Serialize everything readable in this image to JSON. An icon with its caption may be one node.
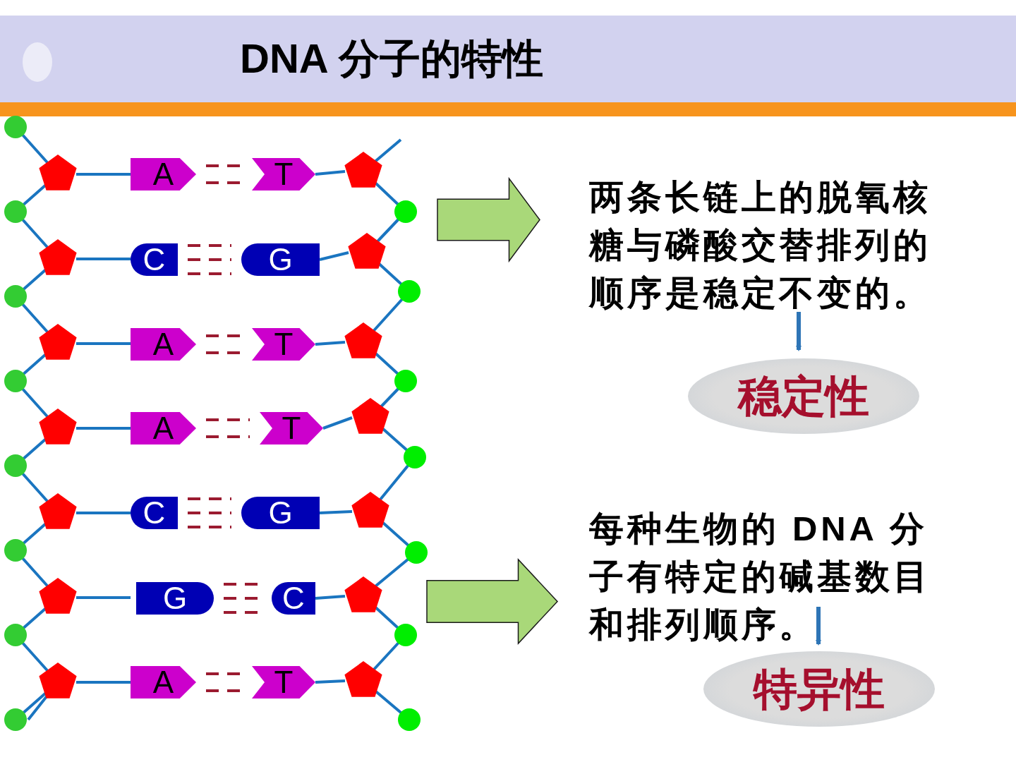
{
  "diagram": {
    "title": "DNA 分子的特性",
    "nodes": [
      {
        "text": [],
        "shape": "picture"
      },
      {
        "text": [
          "A"
        ],
        "in": 0
      },
      {
        "text": [
          "T"
        ],
        "in": 0
      },
      {
        "text": [
          "C"
        ],
        "in": 0
      },
      {
        "text": [
          "G"
        ],
        "in": 0
      },
      {
        "text": [
          "A"
        ],
        "in": 0
      },
      {
        "text": [
          "T"
        ],
        "in": 0
      },
      {
        "text": [
          "A"
        ],
        "in": 0
      },
      {
        "text": [
          "T"
        ],
        "in": 0
      },
      {
        "text": [
          "C"
        ],
        "in": 0
      },
      {
        "text": [
          "G"
        ],
        "in": 0
      },
      {
        "text": [
          "G"
        ],
        "in": 0
      },
      {
        "text": [
          "C"
        ],
        "in": 0
      },
      {
        "text": [
          "A"
        ],
        "in": 0
      },
      {
        "text": [
          "T"
        ],
        "in": 0
      },
      {
        "text": [
          "两条长链上的脱氧核糖与磷酸交替排列的顺序是稳定不变的。"
        ]
      },
      {
        "text": [
          "稳定性"
        ]
      },
      {
        "text": [
          "每种生物的 DNA 分子有特定的碱基数目和排列顺序。"
        ]
      },
      {
        "text": [
          "特异性"
        ]
      }
    ],
    "edges": [
      {
        "from": 1,
        "to": 2,
        "arrow": "none",
        "style": "dashed"
      },
      {
        "from": 3,
        "to": 4,
        "arrow": "none",
        "style": "dashed"
      },
      {
        "from": 5,
        "to": 6,
        "arrow": "none",
        "style": "dashed"
      },
      {
        "from": 7,
        "to": 8,
        "arrow": "none",
        "style": "dashed"
      },
      {
        "from": 9,
        "to": 10,
        "arrow": "none",
        "style": "dashed"
      },
      {
        "from": 11,
        "to": 12,
        "arrow": "none",
        "style": "dashed"
      },
      {
        "from": 13,
        "to": 14,
        "arrow": "none",
        "style": "dashed"
      },
      {
        "from": 0,
        "to": 15,
        "arrow": "to",
        "style": "thick",
        "color": "#a9d879"
      },
      {
        "from": 15,
        "to": 16,
        "arrow": "to",
        "color": "#2e75b6"
      },
      {
        "from": 0,
        "to": 17,
        "arrow": "to",
        "style": "thick",
        "color": "#a9d879"
      },
      {
        "from": 17,
        "to": 18,
        "arrow": "to",
        "color": "#2e75b6"
      }
    ]
  }
}
